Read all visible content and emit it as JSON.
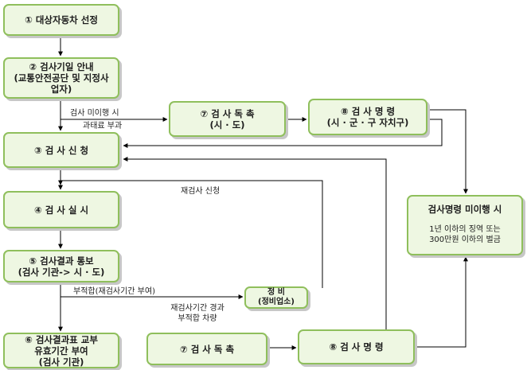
{
  "nodes": {
    "n1": {
      "text": "① 대상자동차 선정"
    },
    "n2": {
      "line1": "② 검사기일 안내",
      "line2": "(교통안전공단 및 지정사",
      "line3": "업자)"
    },
    "n3": {
      "text": "③  검 사 신 청"
    },
    "n4": {
      "text": "④  검 사 실 시"
    },
    "n5": {
      "line1": "⑤ 검사결과 통보",
      "line2": "(검사 기관-> 시 · 도)"
    },
    "n6": {
      "line1": "⑥ 검사결과표 교부",
      "line2": "유효기간 부여",
      "line3": "(검사 기관)"
    },
    "n7a": {
      "line1": "⑦  검  사  독  촉",
      "line2": "(시 · 도)"
    },
    "n8a": {
      "line1": "⑧ 검  사  명  령",
      "line2": "(시 · 군 · 구 자치구)"
    },
    "n7b": {
      "text": "⑦  검  사  독  촉"
    },
    "n8b": {
      "text": "⑧ 검  사  명  령"
    },
    "repair": {
      "line1": "정  비",
      "line2": "(정비업소)"
    },
    "penalty": {
      "title": "검사명령 미이행 시",
      "line1": "1년 이하의 징역 또는",
      "line2": "300만원 이하의 벌금"
    }
  },
  "labels": {
    "unperformed1": "검사 미이행 시",
    "unperformed2": "과태료 부과",
    "reinspect": "재검사 신청",
    "fail": "부적합(재검사기간 부여)",
    "after1": "재검사기간 경과",
    "after2": "부적합 차량"
  },
  "colors": {
    "box_fill": "#eef7e2",
    "box_border": "#8fbf5c",
    "line": "#000000"
  }
}
